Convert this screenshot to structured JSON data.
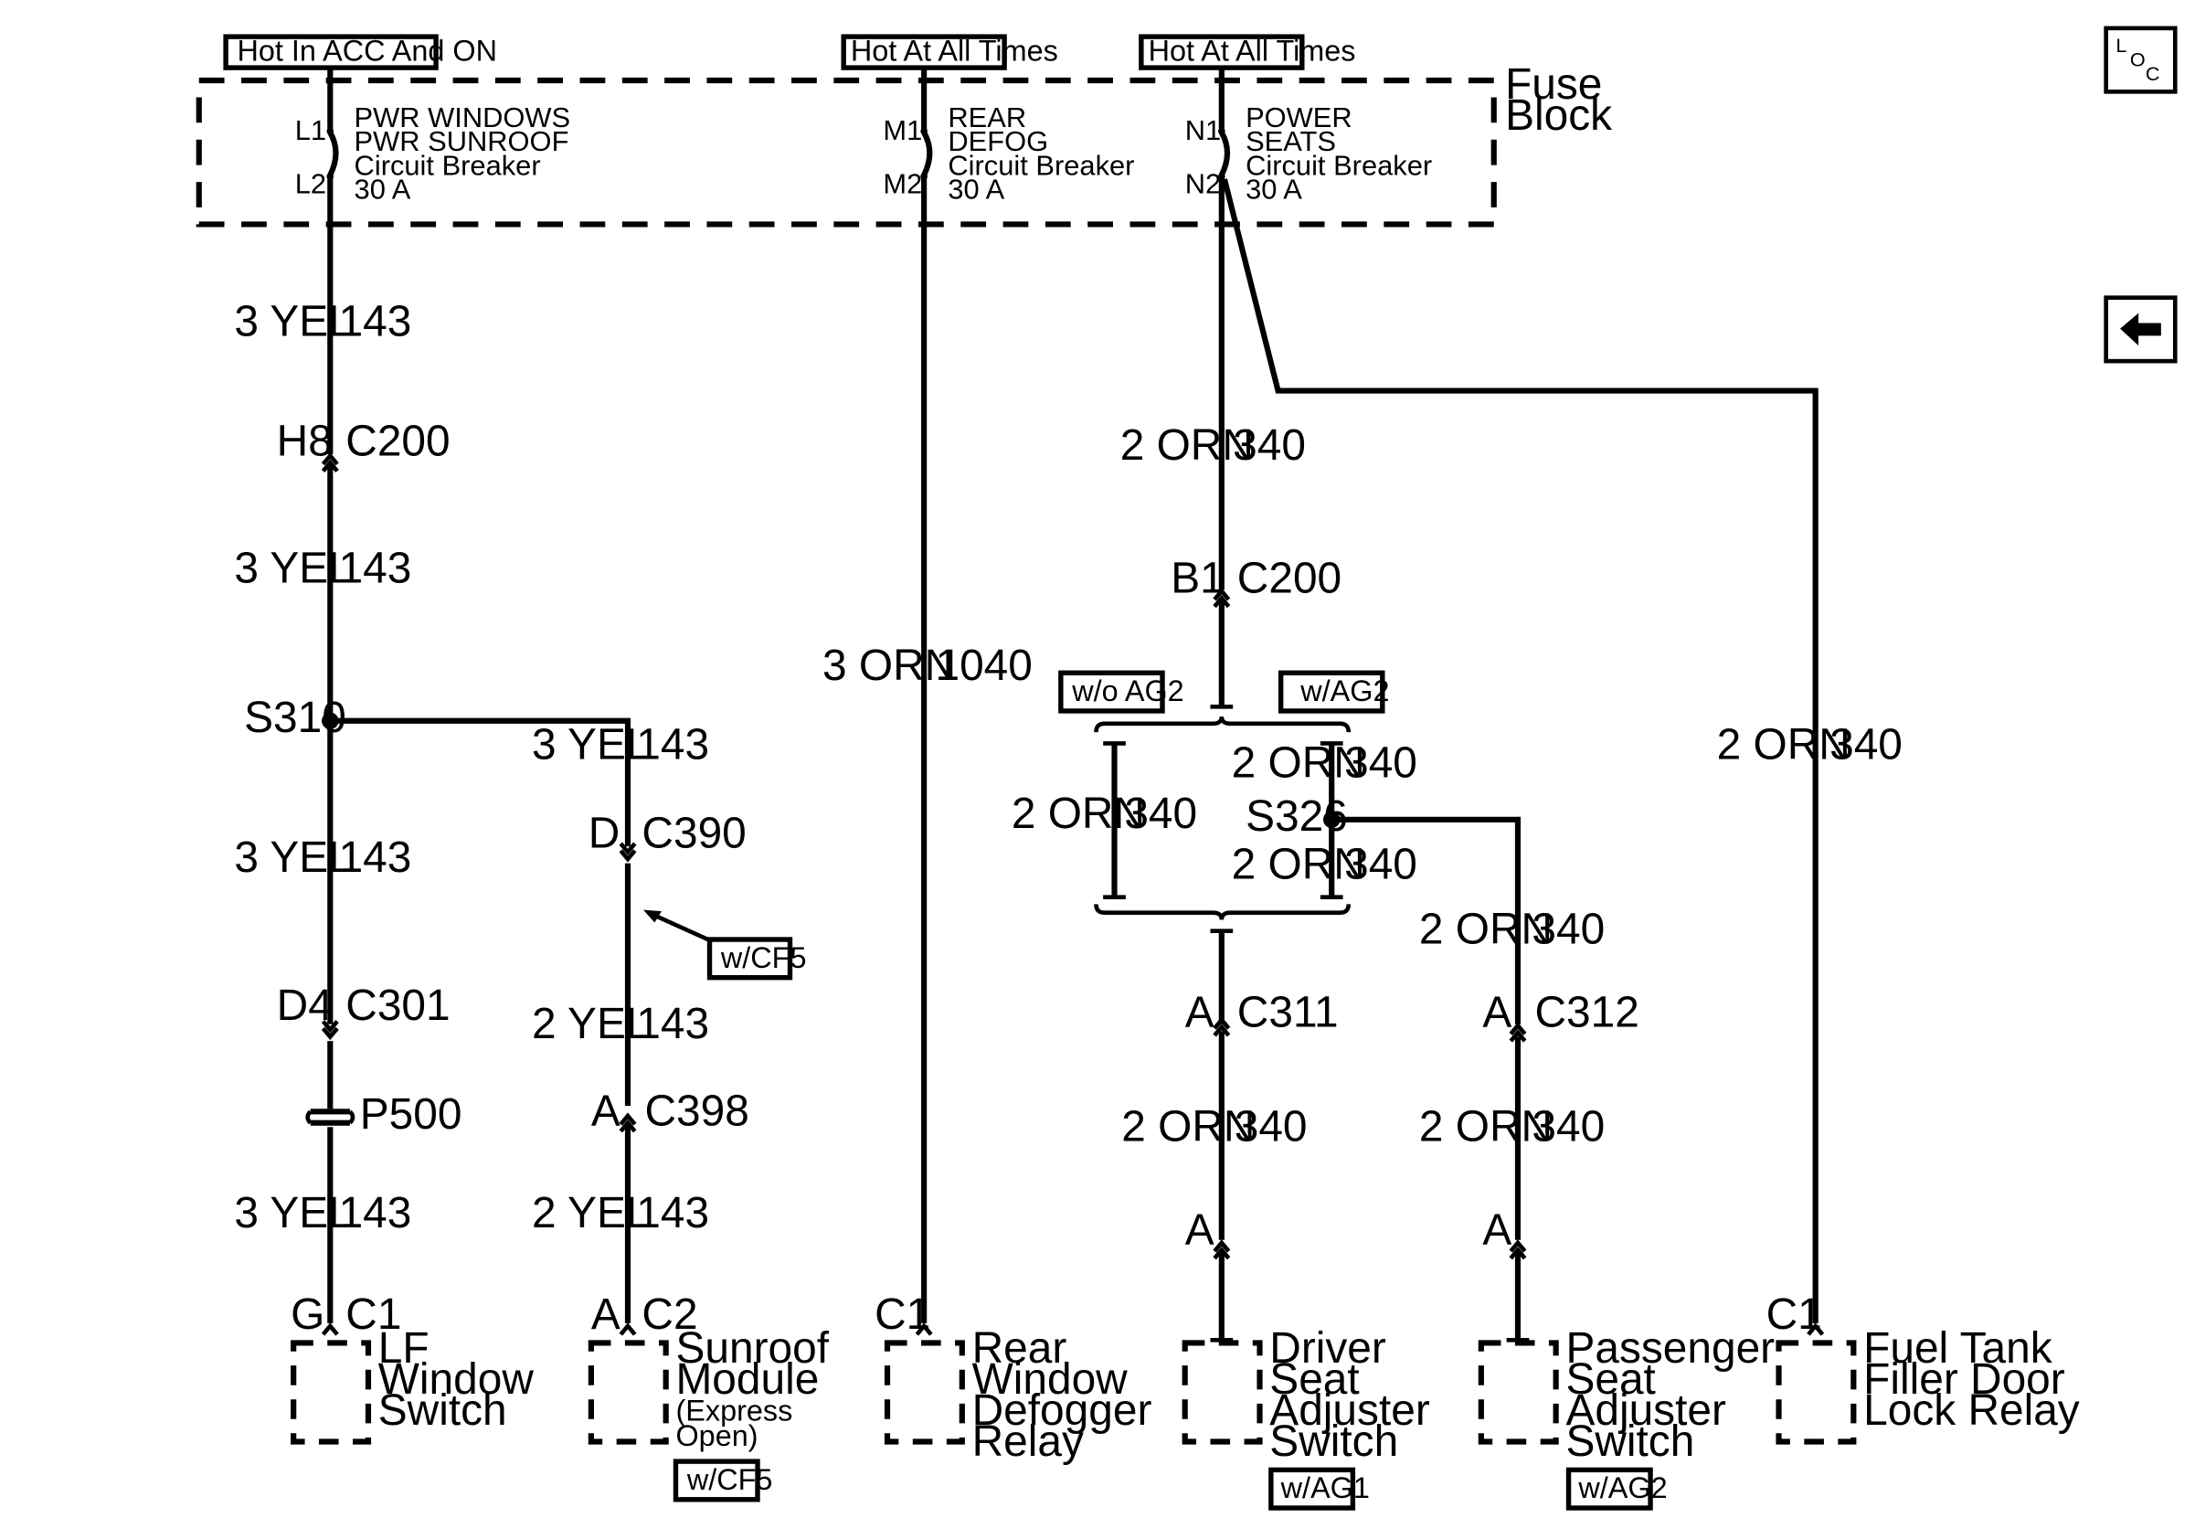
{
  "power_labels": {
    "acc_on": "Hot In ACC And ON",
    "hot_1": "Hot At All Times",
    "hot_2": "Hot At All Times"
  },
  "fuse_block": {
    "title_1": "Fuse",
    "title_2": "Block",
    "breakers": [
      {
        "top_pin": "L1",
        "bottom_pin": "L2",
        "lines": [
          "PWR WINDOWS",
          "PWR SUNROOF",
          "Circuit Breaker",
          "30 A"
        ]
      },
      {
        "top_pin": "M1",
        "bottom_pin": "M2",
        "lines": [
          "REAR",
          "DEFOG",
          "Circuit Breaker",
          "30 A"
        ]
      },
      {
        "top_pin": "N1",
        "bottom_pin": "N2",
        "lines": [
          "POWER",
          "SEATS",
          "Circuit Breaker",
          "30 A"
        ]
      }
    ]
  },
  "wires": {
    "yel143": {
      "color": "3 YEL",
      "circuit": "143"
    },
    "yel143_small": {
      "color": "2 YEL",
      "circuit": "143"
    },
    "orn1040": {
      "color": "3 ORN",
      "circuit": "1040"
    },
    "orn340": {
      "color": "2 ORN",
      "circuit": "340"
    }
  },
  "connectors": {
    "h8": {
      "pin": "H8",
      "name": "C200"
    },
    "b1": {
      "pin": "B1",
      "name": "C200"
    },
    "d4": {
      "pin": "D4",
      "name": "C301"
    },
    "d_c390": {
      "pin": "D",
      "name": "C390"
    },
    "a_c398": {
      "pin": "A",
      "name": "C398"
    },
    "a_c311": {
      "pin": "A",
      "name": "C311"
    },
    "a_c312": {
      "pin": "A",
      "name": "C312"
    },
    "g_c1": {
      "pin": "G",
      "name": "C1"
    },
    "a_c2": {
      "pin": "A",
      "name": "C2"
    },
    "c1_defog": {
      "name": "C1"
    },
    "c1_fuel": {
      "name": "C1"
    },
    "a_driver": {
      "pin": "A"
    },
    "a_pass": {
      "pin": "A"
    }
  },
  "splices": {
    "s310": "S310",
    "s326": "S326",
    "p500": "P500"
  },
  "options": {
    "wo_ag2": "w/o AG2",
    "w_ag2": "w/AG2",
    "w_cf5": "w/CF5",
    "w_cf5_b": "w/CF5",
    "w_ag1": "w/AG1",
    "w_ag2_b": "w/AG2"
  },
  "components": {
    "lf_window": [
      "LF",
      "Window",
      "Switch"
    ],
    "sunroof": [
      "Sunroof",
      "Module"
    ],
    "sunroof_note": [
      "(Express",
      "Open)"
    ],
    "rear_defog": [
      "Rear",
      "Window",
      "Defogger",
      "Relay"
    ],
    "driver_seat": [
      "Driver",
      "Seat",
      "Adjuster",
      "Switch"
    ],
    "pass_seat": [
      "Passenger",
      "Seat",
      "Adjuster",
      "Switch"
    ],
    "fuel_tank": [
      "Fuel Tank",
      "Filler Door",
      "Lock Relay"
    ]
  },
  "nav": {
    "loc_l": "L",
    "loc_o": "O",
    "loc_c": "C",
    "back_icon": "left-arrow-icon"
  }
}
